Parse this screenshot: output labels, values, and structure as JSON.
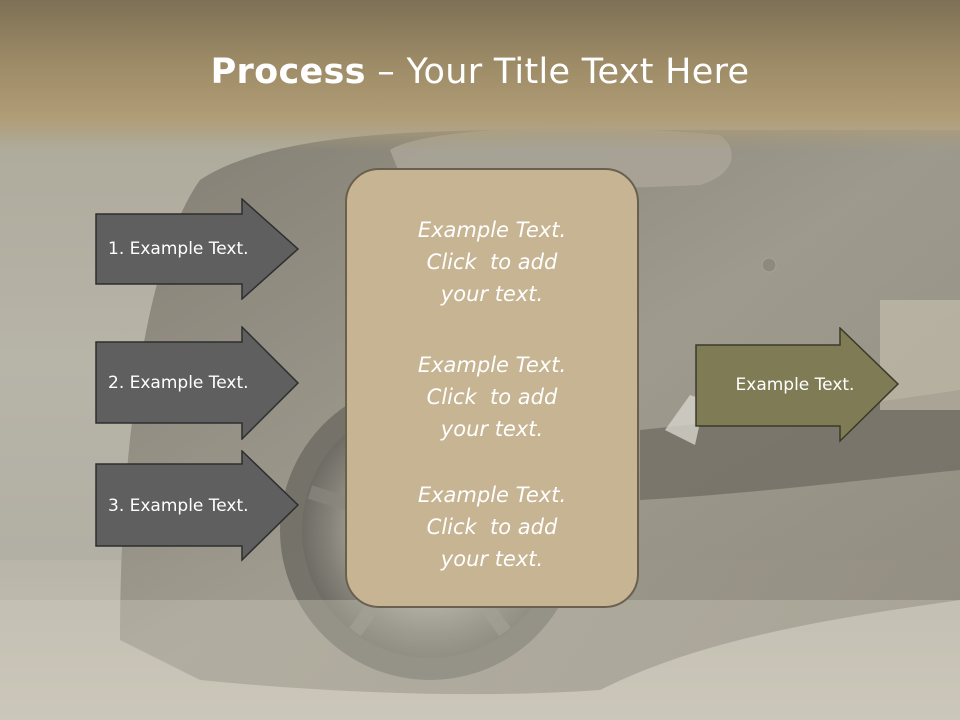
{
  "slide": {
    "title_bold": "Process",
    "title_rest": " – Your Title Text Here"
  },
  "left_arrows": [
    {
      "label": "1. Example Text."
    },
    {
      "label": "2. Example Text."
    },
    {
      "label": "3. Example Text."
    }
  ],
  "center_box": {
    "blocks": [
      {
        "lines": [
          "Example Text.",
          "Click  to add",
          "your text."
        ]
      },
      {
        "lines": [
          "Example Text.",
          "Click  to add",
          "your text."
        ]
      },
      {
        "lines": [
          "Example Text.",
          "Click  to add",
          "your text."
        ]
      }
    ]
  },
  "right_arrow": {
    "label": "Example Text."
  },
  "colors": {
    "left_arrow_fill": "#5f5f5f",
    "center_box_fill": "#c6b493",
    "right_arrow_fill": "#7f7c55",
    "title_band": "#9c8a66"
  }
}
